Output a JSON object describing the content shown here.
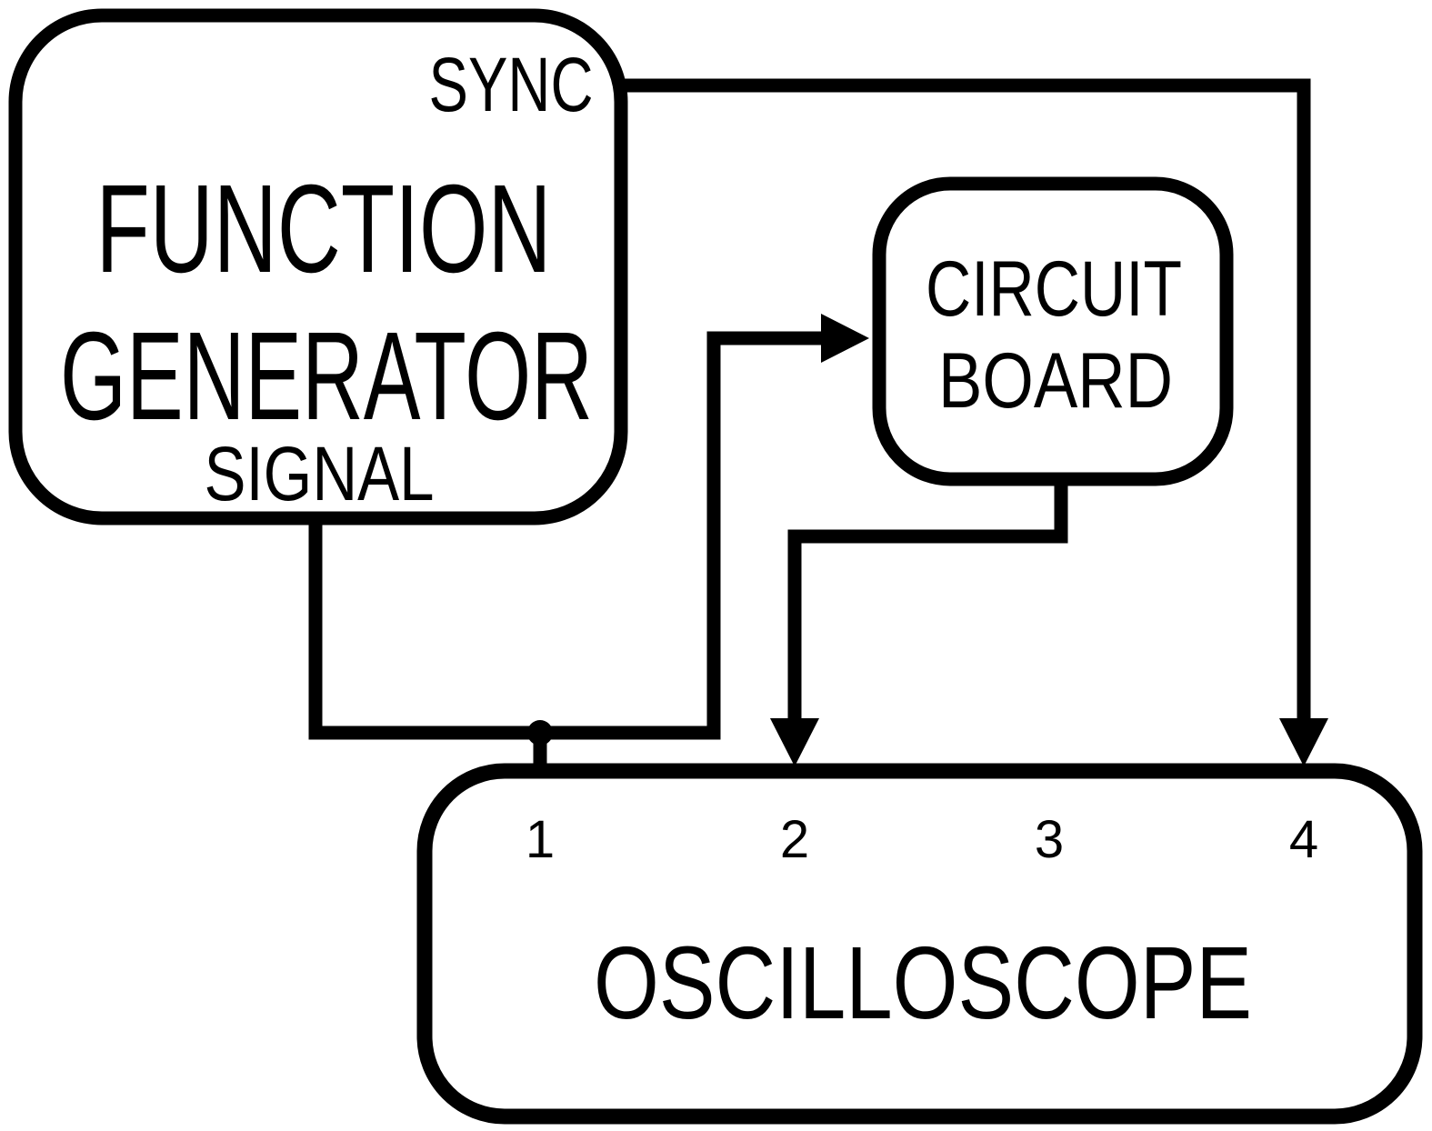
{
  "colors": {
    "background": "#ffffff",
    "ink": "#000000"
  },
  "function_generator": {
    "title_line1": "FUNCTION",
    "title_line2": "GENERATOR",
    "sync_port_label": "SYNC",
    "signal_port_label": "SIGNAL"
  },
  "circuit_board": {
    "title_line1": "CIRCUIT",
    "title_line2": "BOARD"
  },
  "oscilloscope": {
    "title": "OSCILLOSCOPE",
    "channel_labels": [
      "1",
      "2",
      "3",
      "4"
    ]
  }
}
